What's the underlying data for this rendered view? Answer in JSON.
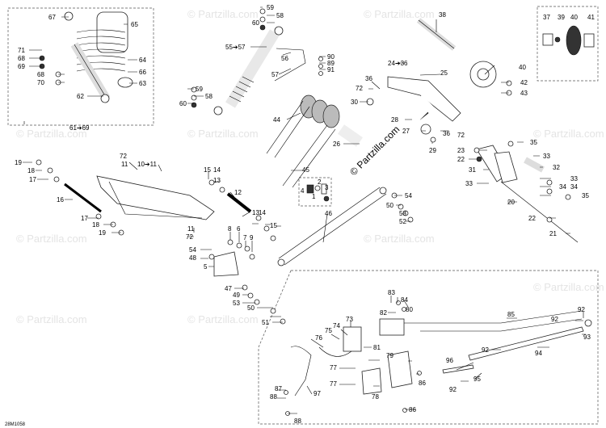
{
  "watermark": "© Partzilla.com",
  "center_brand": "© Partzilla.com",
  "diagram_code": "28M1058",
  "labels": {
    "l67": "67",
    "l65": "65",
    "l64": "64",
    "l66": "66",
    "l63": "63",
    "l71": "71",
    "l68a": "68",
    "l69": "69",
    "l68b": "68",
    "l70": "70",
    "l62": "62",
    "l6169": "61➔69",
    "l59a": "59",
    "l58a": "58",
    "l60a": "60",
    "l5557": "55➔57",
    "l56": "56",
    "l90": "90",
    "l89": "89",
    "l91": "91",
    "l57": "57",
    "l59b": "59",
    "l58b": "58",
    "l60b": "60",
    "l44": "44",
    "l26": "26",
    "l45": "45",
    "l2": "2",
    "l4": "4",
    "l1": "1",
    "l3": "3",
    "l38": "38",
    "l2436": "24➔36",
    "l25": "25",
    "l36a": "36",
    "l72a": "72",
    "l30": "30",
    "l28": "28",
    "l27": "27",
    "l36b": "36",
    "l72b": "72",
    "l29": "29",
    "l37": "37",
    "l39": "39",
    "l40a": "40",
    "l41": "41",
    "l40b": "40",
    "l42": "42",
    "l43": "43",
    "l35a": "35",
    "l33a": "33",
    "l32": "32",
    "l23": "23",
    "l22a": "22",
    "l31": "31",
    "l33b": "33",
    "l34a": "34",
    "l33c": "33",
    "l34b": "34",
    "l35b": "35",
    "l20": "20",
    "l22b": "22",
    "l21": "21",
    "l19a": "19",
    "l18a": "18",
    "l17a": "17",
    "l72c": "72",
    "l11a": "11",
    "l1011": "10➔11",
    "l15a": "15",
    "l13a": "13",
    "l14a": "14",
    "l12": "12",
    "l16": "16",
    "l17b": "17",
    "l18b": "18",
    "l19b": "19",
    "l11b": "11",
    "l72d": "72",
    "l14b": "14",
    "l13b": "13",
    "l15b": "15",
    "l8": "8",
    "l6": "6",
    "l7": "7",
    "l9": "9",
    "l54a": "54",
    "l48": "48",
    "l5": "5",
    "l47": "47",
    "l49": "49",
    "l53a": "53",
    "l50a": "50",
    "l51": "51",
    "l54b": "54",
    "l50b": "50",
    "l53b": "53",
    "l52": "52",
    "l46": "46",
    "l83": "83",
    "l84": "84",
    "l82": "82",
    "l80": "80",
    "l73": "73",
    "l74": "74",
    "l75": "75",
    "l76": "76",
    "l81": "81",
    "l79": "79",
    "l77a": "77",
    "l77b": "77",
    "l78": "78",
    "l86a": "86",
    "l86b": "86",
    "l87": "87",
    "l88a": "88",
    "l97": "97",
    "l88b": "88",
    "l85": "85",
    "l92a": "92",
    "l92b": "92",
    "l93": "93",
    "l94": "94",
    "l92c": "92",
    "l96": "96",
    "l92d": "92",
    "l95": "95"
  },
  "colors": {
    "line": "#000000",
    "watermark": "#e4e4e4",
    "part_fill": "#ffffff",
    "shade": "#bbbbbb"
  }
}
